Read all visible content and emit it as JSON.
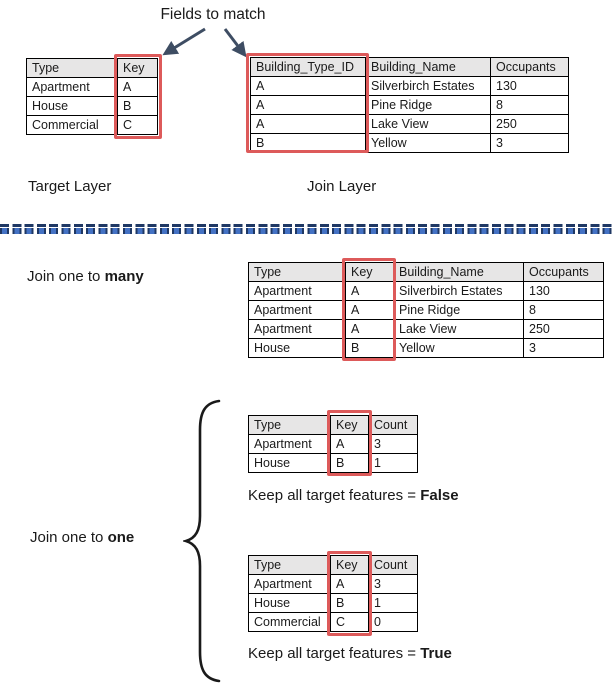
{
  "labels": {
    "fields_to_match": "Fields to match",
    "target_layer": "Target Layer",
    "join_layer": "Join Layer",
    "join_many_prefix": "Join one to ",
    "join_many_bold": "many",
    "join_one_prefix": "Join one to ",
    "join_one_bold": "one",
    "keep_false_prefix": "Keep all target features = ",
    "keep_false_bold": "False",
    "keep_true_prefix": "Keep all target features = ",
    "keep_true_bold": "True"
  },
  "colors": {
    "key_highlight": "#DD5A5A",
    "table_header_bg": "#E7E6E6",
    "arrow": "#3E4D63",
    "divider_dark": "#1F3864",
    "divider_blue": "#4472C4",
    "brace": "#1a1a1a"
  },
  "tables": {
    "target": {
      "headers": [
        "Type",
        "Key"
      ],
      "rows": [
        [
          "Apartment",
          "A"
        ],
        [
          "House",
          "B"
        ],
        [
          "Commercial",
          "C"
        ]
      ]
    },
    "join": {
      "headers": [
        "Building_Type_ID",
        "Building_Name",
        "Occupants"
      ],
      "rows": [
        [
          "A",
          "Silverbirch Estates",
          "130"
        ],
        [
          "A",
          "Pine Ridge",
          "8"
        ],
        [
          "A",
          "Lake View",
          "250"
        ],
        [
          "B",
          "Yellow",
          "3"
        ]
      ]
    },
    "one_to_many": {
      "headers": [
        "Type",
        "Key",
        "Building_Name",
        "Occupants"
      ],
      "rows": [
        [
          "Apartment",
          "A",
          "Silverbirch Estates",
          "130"
        ],
        [
          "Apartment",
          "A",
          "Pine Ridge",
          "8"
        ],
        [
          "Apartment",
          "A",
          "Lake View",
          "250"
        ],
        [
          "House",
          "B",
          "Yellow",
          "3"
        ]
      ]
    },
    "one_to_one_false": {
      "headers": [
        "Type",
        "Key",
        "Count"
      ],
      "rows": [
        [
          "Apartment",
          "A",
          "3"
        ],
        [
          "House",
          "B",
          "1"
        ]
      ]
    },
    "one_to_one_true": {
      "headers": [
        "Type",
        "Key",
        "Count"
      ],
      "rows": [
        [
          "Apartment",
          "A",
          "3"
        ],
        [
          "House",
          "B",
          "1"
        ],
        [
          "Commercial",
          "C",
          "0"
        ]
      ]
    }
  }
}
